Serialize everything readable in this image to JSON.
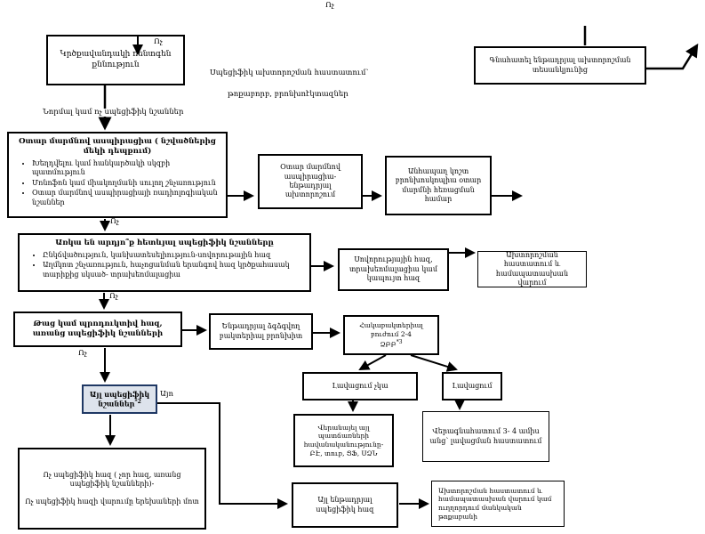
{
  "labels": {
    "no": "Ոչ",
    "yes": "Այո"
  },
  "annotations": {
    "specific_confirmation_line1": "Սպեցիֆիկ ախտորոշման հաստատում՝",
    "specific_confirmation_line2": "թոքաբորբ, բրոնխոէկտազներ",
    "normal_or_nonspecific": "Նորմալ կամ ոչ սպեցիֆիկ նշաններ"
  },
  "nodes": {
    "chest_xray": "Կրծքավանդակի ռենտգեն քննություն",
    "evaluate_presumed": "Գնահատել ենթադրյալ ախտորոշման տեսանկյունից",
    "aspiration": {
      "title": "Օտար մարմնով ասպիրացիա ( նշվածներից մեկի դեպքում)",
      "bullets": [
        "Խեղդվելու կամ հանկարծակի սկզբի պատմություն",
        "Մոնոֆոն կամ միակողմանի սուլող շնչառություն",
        "Օտար մարմնով ասպիրացիայի ռադիոլոգիական նշաններ"
      ]
    },
    "aspiration_dx": "Օտար մարմնով ասպիրացիա- ենթադրյալ ախտորոշում",
    "bronchoscopy": "Անհապաղ կոշտ բրոնխոսկոպիա օտար մարմնի հեռացման համար",
    "specific_signs": {
      "title": "Առկա են արդյո՞ք հետևյալ սպեցիֆիկ նշանները",
      "bullets": [
        "Ընկճվածություն, կանխատեսելիություն-սովորութային հազ",
        "Աղմկոտ շնչառություն, հաչոցանման երանգով հազ կրծքահասակ տարիքից սկսած- տրախեոմալացիա"
      ]
    },
    "habit_cough": "Սովորությային հազ, տրախեոմալացիա կամ կապույտ հազ",
    "confirm_manage": "Ախտորոշման հաստատում և համապատասխան վարում",
    "wet_cough": "Թաց կամ պրոդուկտիվ հազ, առանց սպեցիֆիկ նշանների",
    "pbb": "Ենթադրյալ ձգձգվող բակտերիալ բրոնխիտ",
    "antibiotics_l1": "Հակաբակտերիալ բուժում 2-4",
    "antibiotics_l2": "ՁԲԲ",
    "antibiotics_sup": "*3",
    "no_improvement": "Լավացում չկա",
    "improvement": "Լավացում",
    "reconsider": "Վերանայել այլ պատճառների հավանականությունը- ԲԷ, տուբ, ՑՖ, ՍՁՆ",
    "reassess": "Վերագնահատում 3- 4 ամիս անց՝ լավացման հաստատում",
    "other_specific": "Այլ սպեցիֆիկ նշաններ",
    "other_specific_sup": "*2",
    "nonspecific_l1": "Ոչ սպեցիֆիկ հազ ( չոր հազ, առանց սպեցիֆիկ նշանների)-",
    "nonspecific_l2": "Ոչ սպեցիֆիկ հազի վարումը երեխաների մոտ",
    "other_presumed": "Այլ ենթադրյալ սպեցիֆիկ հազ",
    "final_referral": "Ախտորոշման հաստատում և համապատասխան վարում կամ ուղղորդում մանկական թոքաբանի"
  },
  "colors": {
    "line": "#000000",
    "highlight_border": "#1f3864",
    "highlight_fill": "#dde3ec"
  }
}
